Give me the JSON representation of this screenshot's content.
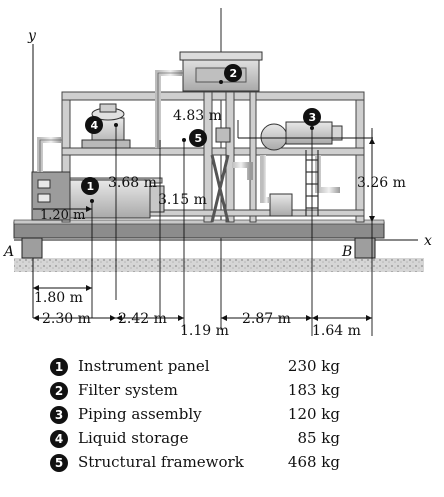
{
  "axes": {
    "x": "x",
    "y": "y"
  },
  "supports": {
    "left": "A",
    "right": "B"
  },
  "dimensions": {
    "d_4_83": "4.83 m",
    "d_3_68": "3.68 m",
    "d_3_15": "3.15 m",
    "d_1_20": "1.20 m",
    "d_3_26": "3.26 m",
    "d_1_80": "1.80 m",
    "d_2_30": "2.30 m",
    "d_2_42": "2.42 m",
    "d_1_19": "1.19 m",
    "d_2_87": "2.87 m",
    "d_1_64": "1.64 m"
  },
  "markers": {
    "m1": "1",
    "m2": "2",
    "m3": "3",
    "m4": "4",
    "m5": "5"
  },
  "legend": [
    {
      "num": "1",
      "name": "Instrument panel",
      "mass": "230 kg"
    },
    {
      "num": "2",
      "name": "Filter system",
      "mass": "183 kg"
    },
    {
      "num": "3",
      "name": "Piping assembly",
      "mass": "120 kg"
    },
    {
      "num": "4",
      "name": "Liquid storage",
      "mass": "85 kg"
    },
    {
      "num": "5",
      "name": "Structural framework",
      "mass": "468 kg"
    }
  ]
}
